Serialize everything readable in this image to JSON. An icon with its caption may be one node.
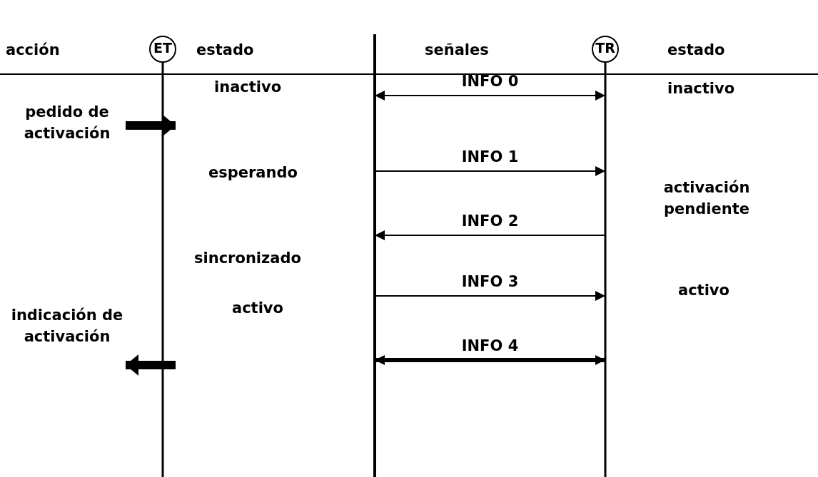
{
  "diagram": {
    "nodes": [
      {
        "text": [
          "ET"
        ]
      },
      {
        "text": [
          "TR"
        ]
      },
      {
        "text": [],
        "shape": "bar"
      },
      {
        "text": [
          "pedido de activación"
        ]
      },
      {
        "text": [
          "indicación de activación"
        ]
      }
    ],
    "edges": [
      {
        "from": 2,
        "to": 1,
        "arrow": "both",
        "label": "INFO 0"
      },
      {
        "from": 2,
        "to": 1,
        "arrow": "to",
        "label": "INFO 1"
      },
      {
        "from": 1,
        "to": 2,
        "arrow": "to",
        "label": "INFO 2"
      },
      {
        "from": 2,
        "to": 1,
        "arrow": "to",
        "label": "INFO 3"
      },
      {
        "from": 2,
        "to": 1,
        "arrow": "both",
        "label": "INFO 4",
        "style": "thick"
      },
      {
        "from": 3,
        "to": 0,
        "arrow": "to",
        "style": "thick"
      },
      {
        "from": 0,
        "to": 4,
        "arrow": "to",
        "style": "thick"
      }
    ],
    "labels": [
      "acción",
      "estado",
      "señales",
      "estado",
      "inactivo",
      "inactivo",
      "esperando",
      "activación pendiente",
      "sincronizado",
      "activo",
      "activo"
    ]
  }
}
